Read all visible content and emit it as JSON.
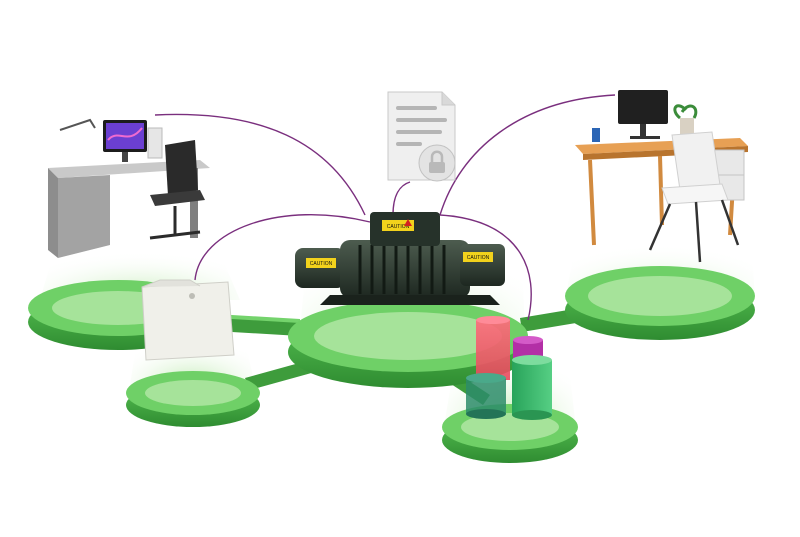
{
  "labels": {
    "winch_caution_left": "CAUTION",
    "winch_caution_top": "CAUTION",
    "winch_caution_right": "CAUTION"
  },
  "colors": {
    "platform": "#5fc95a",
    "platform_dark": "#3c9a3a",
    "platform_light": "#9fe28f",
    "glow": "#cdeec4",
    "connector_line": "#7a2f7e",
    "winch_body": "#2c3a2f",
    "caution_yellow": "#f2d21c"
  },
  "icons": {
    "left_desk": "office-desk-icon",
    "right_desk": "home-desk-icon",
    "document": "document-lock-icon",
    "folder": "folder-icon",
    "chart": "bar-chart-3d-icon",
    "center": "winch-icon"
  }
}
